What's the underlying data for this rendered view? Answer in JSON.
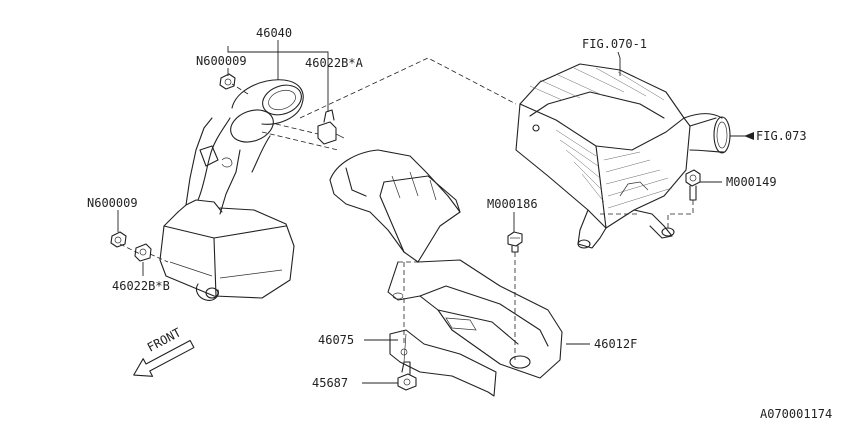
{
  "labels": {
    "p46040": "46040",
    "n600009_top": "N600009",
    "p46022b_a": "46022B*A",
    "n600009_left": "N600009",
    "p46022b_b": "46022B*B",
    "fig070": "FIG.070-1",
    "fig073": "FIG.073",
    "m000149": "M000149",
    "m000186": "M000186",
    "p46075": "46075",
    "p46012f": "46012F",
    "p45687": "45687",
    "front": "FRONT",
    "diagram_id": "A070001174"
  }
}
